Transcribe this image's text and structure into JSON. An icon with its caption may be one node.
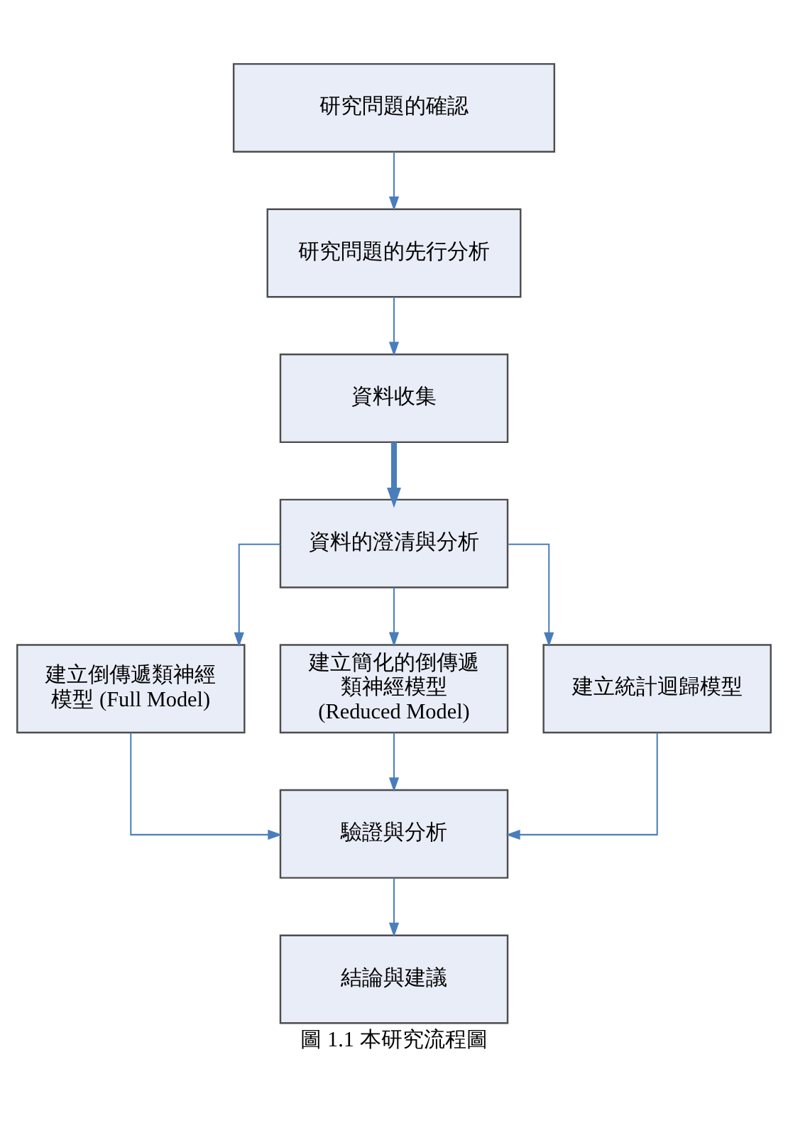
{
  "diagram": {
    "caption": "圖 1.1 本研究流程圖",
    "nodes": [
      {
        "text": [
          "研究問題的確認"
        ]
      },
      {
        "text": [
          "研究問題的先行分析"
        ]
      },
      {
        "text": [
          "資料收集"
        ]
      },
      {
        "text": [
          "資料的澄清與分析"
        ]
      },
      {
        "text": [
          "建立倒傳遞類神經模型 (Full Model)"
        ]
      },
      {
        "text": [
          "建立簡化的倒傳遞類神經模型 (Reduced Model)"
        ]
      },
      {
        "text": [
          "建立統計迴歸模型"
        ]
      },
      {
        "text": [
          "驗證與分析"
        ]
      },
      {
        "text": [
          "結論與建議"
        ]
      }
    ],
    "edges": [
      {
        "from": 0,
        "to": 1,
        "arrow": "to"
      },
      {
        "from": 1,
        "to": 2,
        "arrow": "to"
      },
      {
        "from": 2,
        "to": 3,
        "arrow": "to",
        "style": "thick"
      },
      {
        "from": 3,
        "to": 4,
        "arrow": "to"
      },
      {
        "from": 3,
        "to": 5,
        "arrow": "to"
      },
      {
        "from": 3,
        "to": 6,
        "arrow": "to"
      },
      {
        "from": 4,
        "to": 7,
        "arrow": "to"
      },
      {
        "from": 5,
        "to": 7,
        "arrow": "to"
      },
      {
        "from": 6,
        "to": 7,
        "arrow": "to"
      },
      {
        "from": 7,
        "to": 8,
        "arrow": "to"
      }
    ]
  }
}
